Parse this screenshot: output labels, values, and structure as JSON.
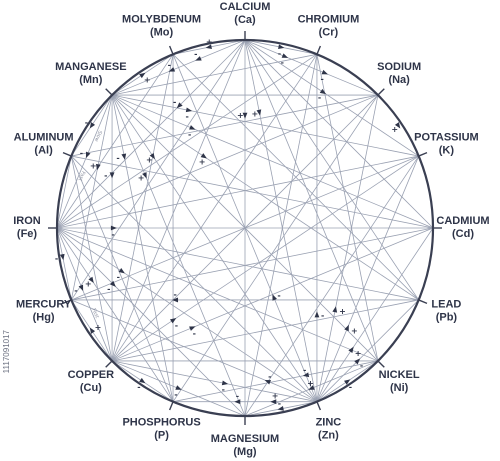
{
  "nodes": [
    {
      "id": "ca",
      "name": "CALCIUM",
      "symbol": "(Ca)"
    },
    {
      "id": "cr",
      "name": "CHROMIUM",
      "symbol": "(Cr)"
    },
    {
      "id": "na",
      "name": "SODIUM",
      "symbol": "(Na)"
    },
    {
      "id": "k",
      "name": "POTASSIUM",
      "symbol": "(K)"
    },
    {
      "id": "cd",
      "name": "CADMIUM",
      "symbol": "(Cd)"
    },
    {
      "id": "pb",
      "name": "LEAD",
      "symbol": "(Pb)"
    },
    {
      "id": "ni",
      "name": "NICKEL",
      "symbol": "(Ni)"
    },
    {
      "id": "zn",
      "name": "ZINC",
      "symbol": "(Zn)"
    },
    {
      "id": "mg",
      "name": "MAGNESIUM",
      "symbol": "(Mg)"
    },
    {
      "id": "p",
      "name": "PHOSPHORUS",
      "symbol": "(P)"
    },
    {
      "id": "cu",
      "name": "COPPER",
      "symbol": "(Cu)"
    },
    {
      "id": "hg",
      "name": "MERCURY",
      "symbol": "(Hg)"
    },
    {
      "id": "fe",
      "name": "IRON",
      "symbol": "(Fe)"
    },
    {
      "id": "al",
      "name": "ALUMINUM",
      "symbol": "(Al)"
    },
    {
      "id": "mn",
      "name": "MANGANESE",
      "symbol": "(Mn)"
    },
    {
      "id": "mo",
      "name": "MOLYBDENUM",
      "symbol": "(Mo)"
    }
  ],
  "connections": [
    [
      "ca",
      "cr"
    ],
    [
      "ca",
      "na"
    ],
    [
      "ca",
      "k"
    ],
    [
      "ca",
      "cd"
    ],
    [
      "ca",
      "pb"
    ],
    [
      "ca",
      "ni"
    ],
    [
      "ca",
      "zn"
    ],
    [
      "ca",
      "mg"
    ],
    [
      "ca",
      "cu"
    ],
    [
      "ca",
      "fe"
    ],
    [
      "ca",
      "mn"
    ],
    [
      "ca",
      "mo"
    ],
    [
      "ca",
      "hg"
    ],
    [
      "mn",
      "mo"
    ],
    [
      "mn",
      "cr"
    ],
    [
      "mn",
      "na"
    ],
    [
      "mn",
      "k"
    ],
    [
      "mn",
      "cd"
    ],
    [
      "mn",
      "pb"
    ],
    [
      "mn",
      "ni"
    ],
    [
      "mn",
      "zn"
    ],
    [
      "mn",
      "mg"
    ],
    [
      "mn",
      "p"
    ],
    [
      "mn",
      "cu"
    ],
    [
      "mn",
      "hg"
    ],
    [
      "mn",
      "fe"
    ],
    [
      "mn",
      "al"
    ],
    [
      "fe",
      "al"
    ],
    [
      "fe",
      "mo"
    ],
    [
      "fe",
      "cr"
    ],
    [
      "fe",
      "na"
    ],
    [
      "fe",
      "k"
    ],
    [
      "fe",
      "cd"
    ],
    [
      "fe",
      "pb"
    ],
    [
      "fe",
      "ni"
    ],
    [
      "fe",
      "zn"
    ],
    [
      "fe",
      "mg"
    ],
    [
      "fe",
      "p"
    ],
    [
      "fe",
      "cu"
    ],
    [
      "fe",
      "hg"
    ],
    [
      "cu",
      "hg"
    ],
    [
      "cu",
      "p"
    ],
    [
      "cu",
      "mg"
    ],
    [
      "cu",
      "zn"
    ],
    [
      "cu",
      "ni"
    ],
    [
      "cu",
      "pb"
    ],
    [
      "cu",
      "cd"
    ],
    [
      "cu",
      "k"
    ],
    [
      "cu",
      "na"
    ],
    [
      "cu",
      "cr"
    ],
    [
      "cu",
      "mo"
    ],
    [
      "cu",
      "al"
    ],
    [
      "zn",
      "mg"
    ],
    [
      "zn",
      "p"
    ],
    [
      "zn",
      "ni"
    ],
    [
      "zn",
      "pb"
    ],
    [
      "zn",
      "cd"
    ],
    [
      "zn",
      "k"
    ],
    [
      "zn",
      "na"
    ],
    [
      "zn",
      "cr"
    ],
    [
      "zn",
      "mo"
    ],
    [
      "zn",
      "al"
    ],
    [
      "zn",
      "hg"
    ],
    [
      "cr",
      "ni"
    ],
    [
      "cr",
      "mg"
    ],
    [
      "na",
      "p"
    ],
    [
      "na",
      "al"
    ],
    [
      "k",
      "hg"
    ],
    [
      "k",
      "mg"
    ],
    [
      "cd",
      "al"
    ],
    [
      "cd",
      "hg"
    ],
    [
      "pb",
      "mo"
    ],
    [
      "pb",
      "hg"
    ],
    [
      "ni",
      "mg"
    ],
    [
      "ni",
      "p"
    ],
    [
      "mo",
      "p"
    ],
    [
      "al",
      "p"
    ]
  ],
  "markers": [
    {
      "between": [
        "ca",
        "mn"
      ],
      "t": 0.35,
      "sign": "-"
    },
    {
      "between": [
        "ca",
        "mn"
      ],
      "t": 0.55,
      "sign": "-"
    },
    {
      "between": [
        "ca",
        "mo"
      ],
      "t": 0.5,
      "sign": "+"
    },
    {
      "between": [
        "ca",
        "cr"
      ],
      "t": 0.5,
      "sign": "-"
    },
    {
      "between": [
        "ca",
        "na"
      ],
      "t": 0.3,
      "sign": "-"
    },
    {
      "between": [
        "ca",
        "na"
      ],
      "t": 0.6,
      "sign": "-"
    },
    {
      "between": [
        "ca",
        "k"
      ],
      "t": 0.45,
      "sign": "-"
    },
    {
      "between": [
        "ca",
        "zn"
      ],
      "t": 0.2,
      "sign": "+"
    },
    {
      "between": [
        "ca",
        "mg"
      ],
      "t": 0.2,
      "sign": "+"
    },
    {
      "between": [
        "ca",
        "fe"
      ],
      "t": 0.35,
      "sign": "-"
    },
    {
      "between": [
        "mn",
        "mo"
      ],
      "t": 0.5,
      "sign": "+"
    },
    {
      "between": [
        "mn",
        "al"
      ],
      "t": 0.5,
      "sign": "-"
    },
    {
      "between": [
        "mn",
        "fe"
      ],
      "t": 0.45,
      "sign": "-"
    },
    {
      "between": [
        "mn",
        "k"
      ],
      "t": 0.25,
      "sign": "-"
    },
    {
      "between": [
        "mn",
        "cd"
      ],
      "t": 0.25,
      "sign": "-"
    },
    {
      "between": [
        "mn",
        "pb"
      ],
      "t": 0.3,
      "sign": "+"
    },
    {
      "between": [
        "mn",
        "hg"
      ],
      "t": 0.35,
      "sign": "+"
    },
    {
      "between": [
        "mn",
        "cu"
      ],
      "t": 0.3,
      "sign": "-"
    },
    {
      "between": [
        "mn",
        "p"
      ],
      "t": 0.2,
      "sign": "-"
    },
    {
      "between": [
        "mn",
        "mg"
      ],
      "t": 0.25,
      "sign": "+"
    },
    {
      "between": [
        "mn",
        "zn"
      ],
      "t": 0.2,
      "sign": "+"
    },
    {
      "between": [
        "na",
        "k"
      ],
      "t": 0.5,
      "sign": "+"
    },
    {
      "between": [
        "fe",
        "cd"
      ],
      "t": 0.15,
      "sign": "-"
    },
    {
      "between": [
        "fe",
        "hg"
      ],
      "t": 0.4,
      "sign": "-"
    },
    {
      "between": [
        "fe",
        "cu"
      ],
      "t": 0.45,
      "sign": "-"
    },
    {
      "between": [
        "fe",
        "mg"
      ],
      "t": 0.3,
      "sign": "-"
    },
    {
      "between": [
        "fe",
        "p"
      ],
      "t": 0.3,
      "sign": "+"
    },
    {
      "between": [
        "fe",
        "zn"
      ],
      "t": 0.25,
      "sign": "-"
    },
    {
      "between": [
        "cu",
        "mg"
      ],
      "t": 0.5,
      "sign": "-"
    },
    {
      "between": [
        "cu",
        "zn"
      ],
      "t": 0.55,
      "sign": "-"
    },
    {
      "between": [
        "cu",
        "p"
      ],
      "t": 0.5,
      "sign": "-"
    },
    {
      "between": [
        "cu",
        "hg"
      ],
      "t": 0.5,
      "sign": "+"
    },
    {
      "between": [
        "cu",
        "k"
      ],
      "t": 0.2,
      "sign": "-"
    },
    {
      "between": [
        "cu",
        "cd"
      ],
      "t": 0.25,
      "sign": "-"
    },
    {
      "between": [
        "zn",
        "mg"
      ],
      "t": 0.5,
      "sign": "-"
    },
    {
      "between": [
        "zn",
        "p"
      ],
      "t": 0.3,
      "sign": "+"
    },
    {
      "between": [
        "zn",
        "p"
      ],
      "t": 0.55,
      "sign": "-"
    },
    {
      "between": [
        "zn",
        "ni"
      ],
      "t": 0.5,
      "sign": "-"
    },
    {
      "between": [
        "zn",
        "pb"
      ],
      "t": 0.4,
      "sign": "-"
    },
    {
      "between": [
        "zn",
        "cd"
      ],
      "t": 0.3,
      "sign": "+"
    },
    {
      "between": [
        "zn",
        "k"
      ],
      "t": 0.3,
      "sign": "+"
    },
    {
      "between": [
        "zn",
        "na"
      ],
      "t": 0.3,
      "sign": "+"
    },
    {
      "between": [
        "zn",
        "cr"
      ],
      "t": 0.25,
      "sign": "-"
    },
    {
      "between": [
        "zn",
        "mo"
      ],
      "t": 0.3,
      "sign": "-"
    },
    {
      "between": [
        "zn",
        "hg"
      ],
      "t": 0.2,
      "sign": "-"
    },
    {
      "between": [
        "ni",
        "mg"
      ],
      "t": 0.5,
      "sign": "+"
    },
    {
      "between": [
        "ni",
        "p"
      ],
      "t": 0.35,
      "sign": "-"
    },
    {
      "between": [
        "pb",
        "hg"
      ],
      "t": 0.7,
      "sign": "-"
    }
  ],
  "tiny_labels": [
    {
      "between": [
        "mn",
        "fe"
      ],
      "t": 0.3,
      "text": "Slow"
    },
    {
      "between": [
        "mn",
        "fe"
      ],
      "t": 0.6,
      "text": "Fast"
    },
    {
      "between": [
        "fe",
        "cu"
      ],
      "t": 0.65,
      "text": "Fast"
    }
  ],
  "stock_id": "1117091017",
  "colors": {
    "text": "#2e3448",
    "lines": "#9aa1b2",
    "rim": "#3a3f52",
    "background": "#ffffff"
  }
}
